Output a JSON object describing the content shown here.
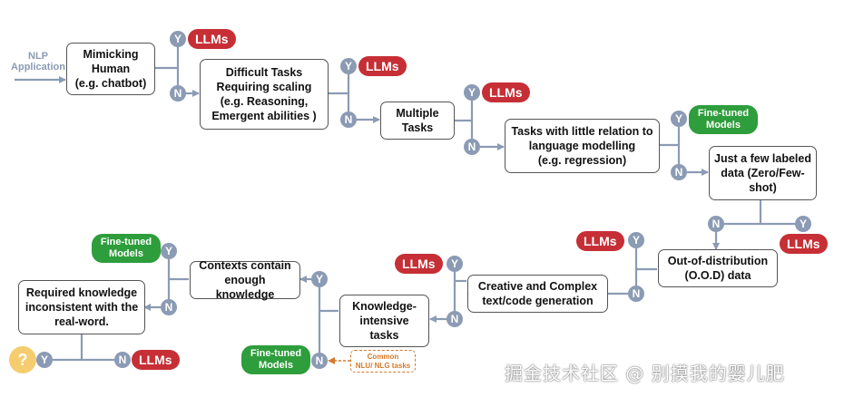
{
  "nlp_label": "NLP\nApplication",
  "nodes": {
    "mimicking": "Mimicking\nHuman\n(e.g. chatbot)",
    "difficult": "Difficult Tasks\nRequiring  scaling\n(e.g. Reasoning,\nEmergent abilities )",
    "multiple": "Multiple\nTasks",
    "little_relation": "Tasks with little relation to\nlanguage modelling\n(e.g. regression)",
    "few_labeled": "Just a few labeled\ndata (Zero/Few-\nshot)",
    "ood": "Out-of-distribution\n(O.O.D) data",
    "creative": "Creative and Complex\ntext/code generation",
    "knowledge": "Knowledge-\nintensive\ntasks",
    "contexts": "Contexts contain\nenough knowledge",
    "required": "Required knowledge\ninconsistent with the\nreal-word."
  },
  "yes": "Y",
  "no": "N",
  "question": "?",
  "llms": "LLMs",
  "fine_tuned": "Fine-tuned\nModels",
  "common_tasks": "Common\nNLU/ NLG tasks",
  "watermark": "掘金技术社区 @ 别摸我的婴儿肥",
  "colors": {
    "circle": "#8b9bb4",
    "llm": "#c62f35",
    "fine_tuned": "#2e9d3c",
    "common": "#d47a2b"
  }
}
